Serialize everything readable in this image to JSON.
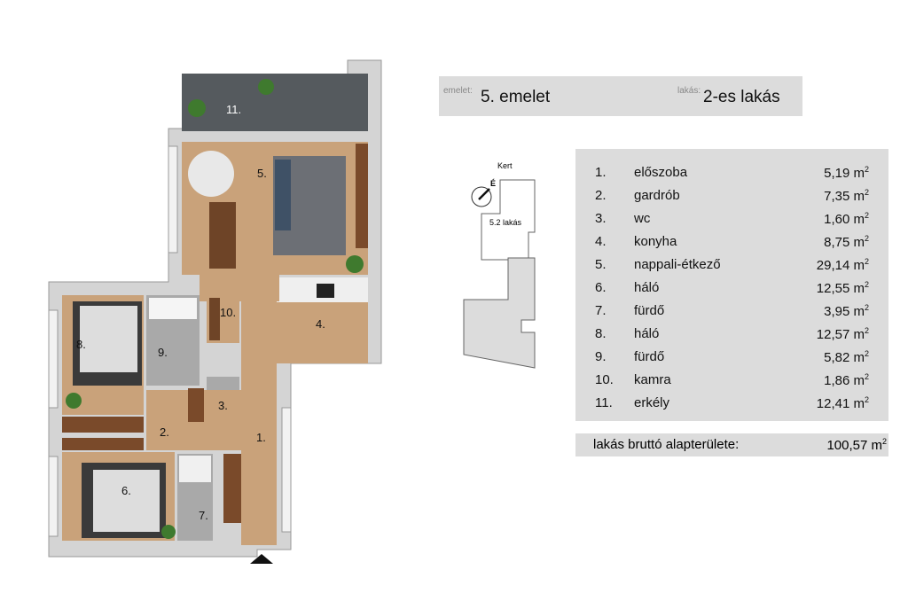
{
  "header": {
    "floor_label": "emelet:",
    "floor_value": "5. emelet",
    "apartment_label": "lakás:",
    "apartment_value": "2-es lakás"
  },
  "site_plan": {
    "garden_label": "Kert",
    "north_label": "É",
    "unit_label": "5.2 lakás"
  },
  "rooms": [
    {
      "no": "1.",
      "name": "előszoba",
      "area": "5,19 m",
      "unit_sup": "2"
    },
    {
      "no": "2.",
      "name": "gardrób",
      "area": "7,35 m",
      "unit_sup": "2"
    },
    {
      "no": "3.",
      "name": "wc",
      "area": "1,60 m",
      "unit_sup": "2"
    },
    {
      "no": "4.",
      "name": "konyha",
      "area": "8,75 m",
      "unit_sup": "2"
    },
    {
      "no": "5.",
      "name": "nappali-étkező",
      "area": "29,14 m",
      "unit_sup": "2"
    },
    {
      "no": "6.",
      "name": "háló",
      "area": "12,55 m",
      "unit_sup": "2"
    },
    {
      "no": "7.",
      "name": "fürdő",
      "area": "3,95 m",
      "unit_sup": "2"
    },
    {
      "no": "8.",
      "name": "háló",
      "area": "12,57 m",
      "unit_sup": "2"
    },
    {
      "no": "9.",
      "name": "fürdő",
      "area": "5,82 m",
      "unit_sup": "2"
    },
    {
      "no": "10.",
      "name": "kamra",
      "area": "1,86 m",
      "unit_sup": "2"
    },
    {
      "no": "11.",
      "name": "erkély",
      "area": "12,41 m",
      "unit_sup": "2"
    }
  ],
  "total": {
    "label": "lakás bruttó alapterülete:",
    "value": "100,57 m",
    "unit_sup": "2"
  },
  "plan_labels": {
    "r1": "1.",
    "r2": "2.",
    "r3": "3.",
    "r4": "4.",
    "r5": "5.",
    "r6": "6.",
    "r7": "7.",
    "r8": "8.",
    "r9": "9.",
    "r10": "10.",
    "r11": "11."
  }
}
